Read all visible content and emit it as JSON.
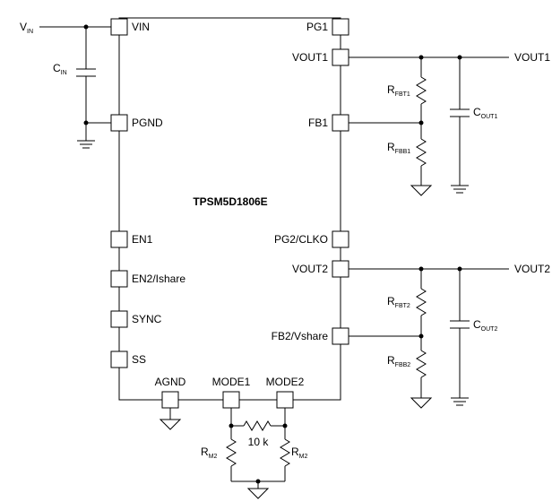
{
  "chip": {
    "name": "TPSM5D1806E"
  },
  "pins": {
    "vin": "VIN",
    "pgnd": "PGND",
    "en1": "EN1",
    "en2": "EN2/Ishare",
    "sync": "SYNC",
    "ss": "SS",
    "agnd": "AGND",
    "mode1": "MODE1",
    "mode2": "MODE2",
    "pg1": "PG1",
    "vout1": "VOUT1",
    "fb1": "FB1",
    "pg2": "PG2/CLKO",
    "vout2": "VOUT2",
    "fb2": "FB2/Vshare"
  },
  "nets": {
    "vin_main": "V",
    "vin_sub": "IN",
    "vout1": "VOUT1",
    "vout2": "VOUT2"
  },
  "components": {
    "cin": {
      "main": "C",
      "sub": "IN"
    },
    "rfbt1": {
      "main": "R",
      "sub": "FBT1"
    },
    "rfbb1": {
      "main": "R",
      "sub": "FBB1"
    },
    "cout1": {
      "main": "C",
      "sub": "OUT1"
    },
    "rfbt2": {
      "main": "R",
      "sub": "FBT2"
    },
    "rfbb2": {
      "main": "R",
      "sub": "FBB2"
    },
    "cout2": {
      "main": "C",
      "sub": "OUT2"
    },
    "rm2_left": {
      "main": "R",
      "sub": "M2"
    },
    "rm2_right": {
      "main": "R",
      "sub": "M2"
    },
    "r_mode": {
      "value": "10 k"
    }
  }
}
